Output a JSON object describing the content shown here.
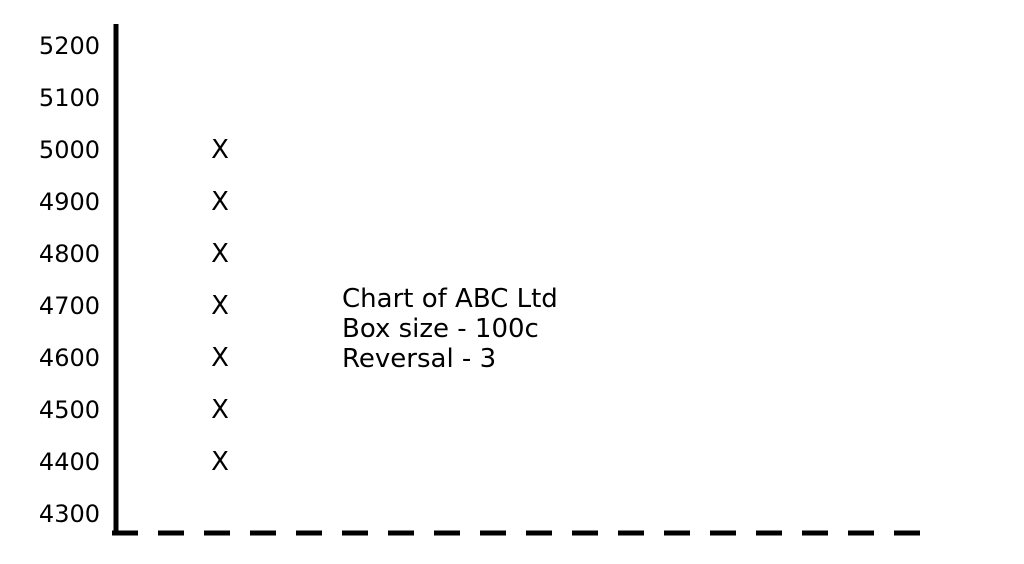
{
  "chart_data": {
    "type": "point-and-figure",
    "y_ticks": [
      "5200",
      "5100",
      "5000",
      "4900",
      "4800",
      "4700",
      "4600",
      "4500",
      "4400",
      "4300"
    ],
    "ylim": [
      4300,
      5200
    ],
    "box_size": 100,
    "columns": [
      {
        "symbol": "X",
        "values": [
          4400,
          4500,
          4600,
          4700,
          4800,
          4900,
          5000
        ]
      }
    ],
    "annotation": [
      "Chart of ABC Ltd",
      "Box size - 100c",
      "Reversal - 3"
    ],
    "grid": false,
    "x_axis_style": "dashed"
  }
}
